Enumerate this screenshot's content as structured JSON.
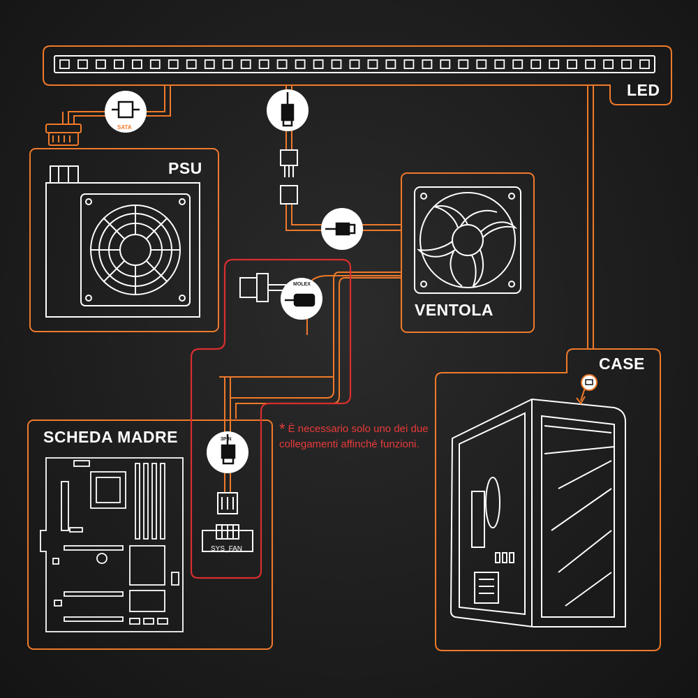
{
  "labels": {
    "led": "LED",
    "psu": "PSU",
    "fan": "VENTOLA",
    "case": "CASE",
    "motherboard": "SCHEDA MADRE"
  },
  "connectors": {
    "sata": "SATA",
    "molex": "MOLEX",
    "three_pin": "3PIN",
    "sys_fan": "SYS_FAN"
  },
  "note": {
    "star": "*",
    "text": "È necessario solo uno dei due collegamenti affinché funzioni."
  },
  "colors": {
    "accent": "#f07a2a",
    "red": "#d92e2e",
    "line": "#ffffff",
    "background": "#1e1e1e"
  },
  "led_strip": {
    "segments": 33
  }
}
